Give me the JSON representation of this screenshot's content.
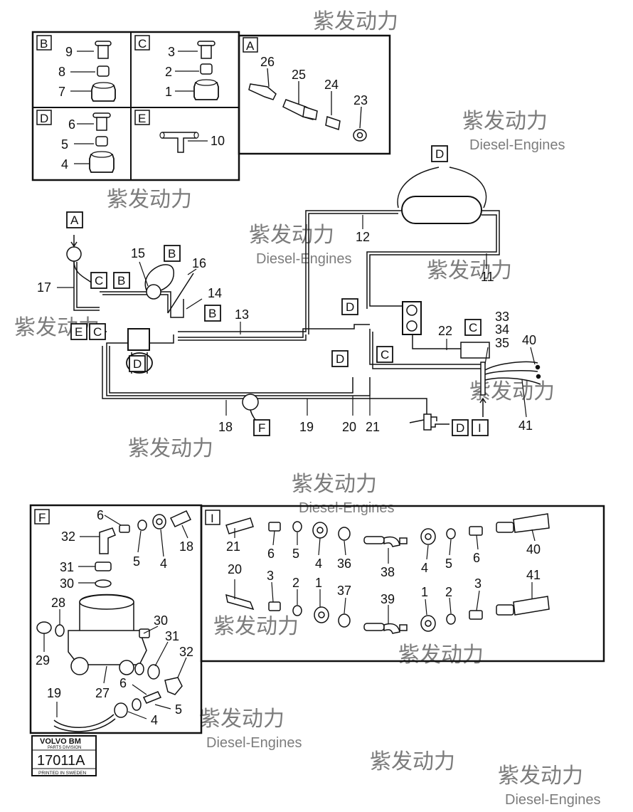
{
  "watermark": {
    "cn": "紫发动力",
    "en": "Diesel-Engines"
  },
  "detail_boxes": {
    "A": "A",
    "B": "B",
    "C": "C",
    "D": "D",
    "E": "E",
    "F": "F",
    "I": "I"
  },
  "detail_B_parts": [
    "9",
    "8",
    "7"
  ],
  "detail_C_parts": [
    "3",
    "2",
    "1"
  ],
  "detail_D_parts": [
    "6",
    "5",
    "4"
  ],
  "detail_E_parts": [
    "10"
  ],
  "detail_A_parts": [
    "26",
    "25",
    "24",
    "23"
  ],
  "main_callouts": {
    "p11": "11",
    "p12": "12",
    "p13": "13",
    "p14": "14",
    "p15": "15",
    "p16": "16",
    "p17": "17",
    "p18": "18",
    "p19": "19",
    "p20": "20",
    "p21": "21",
    "p22": "22",
    "p33": "33",
    "p34": "34",
    "p35": "35",
    "p40": "40",
    "p41": "41"
  },
  "detail_F_parts": {
    "p6a": "6",
    "p32a": "32",
    "p5a": "5",
    "p4a": "4",
    "p18": "18",
    "p31a": "31",
    "p30a": "30",
    "p28": "28",
    "p29": "29",
    "p30b": "30",
    "p31b": "31",
    "p32b": "32",
    "p27": "27",
    "p6b": "6",
    "p19": "19",
    "p5b": "5",
    "p4b": "4"
  },
  "detail_I_parts": {
    "p21": "21",
    "p6a": "6",
    "p5a": "5",
    "p4a": "4",
    "p36": "36",
    "p38": "38",
    "p4b": "4",
    "p5b": "5",
    "p6b": "6",
    "p40": "40",
    "p20": "20",
    "p3a": "3",
    "p2a": "2",
    "p1a": "1",
    "p37": "37",
    "p39": "39",
    "p1b": "1",
    "p2b": "2",
    "p3b": "3",
    "p41": "41"
  },
  "stamp": {
    "brand": "VOLVO BM",
    "division": "PARTS DIVISION",
    "number": "17011A",
    "printed": "PRINTED IN SWEDEN"
  }
}
